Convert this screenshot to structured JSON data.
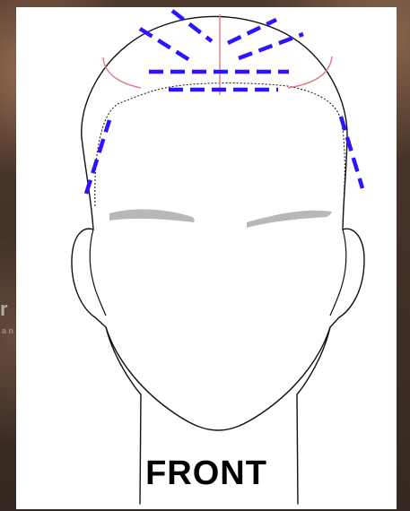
{
  "diagram": {
    "label": "FRONT"
  },
  "background_fragment": {
    "large_text": "r",
    "small_text": "a\nn"
  },
  "colors": {
    "outline": "#111111",
    "brow": "#b8b8b8",
    "guide_red": "#df7c7c",
    "dash_blue": "#2b15ff",
    "card": "#ffffff"
  }
}
